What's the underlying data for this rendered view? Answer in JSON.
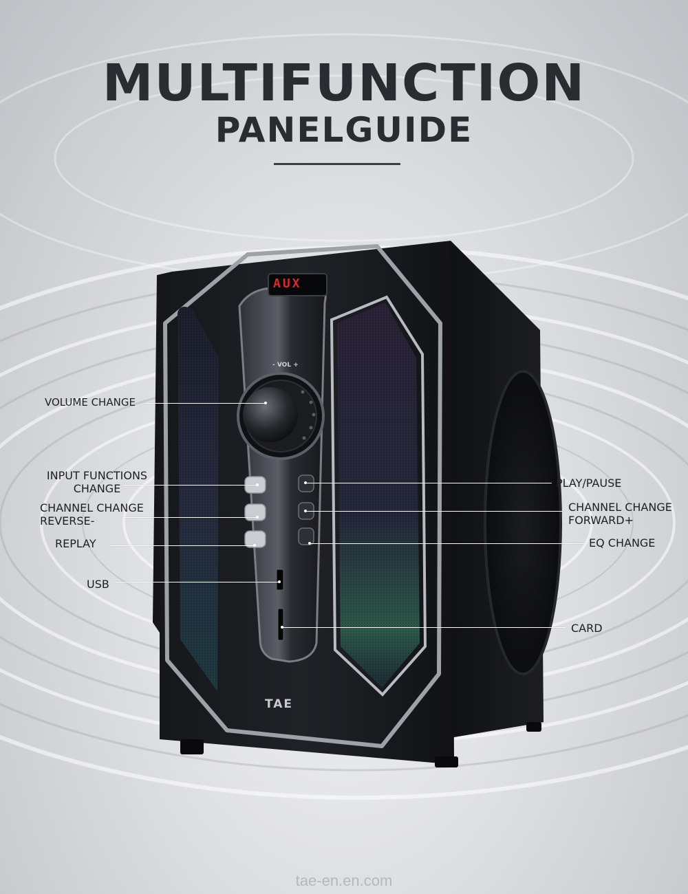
{
  "header": {
    "title": "MULTIFUNCTION",
    "subtitle": "PANELGUIDE"
  },
  "product": {
    "display": "AUX",
    "vol_label": "- VOL +",
    "brand": "TAE"
  },
  "callouts": {
    "volume": "VOLUME CHANGE",
    "input_line1": "INPUT FUNCTIONS",
    "input_line2": "CHANGE",
    "reverse_line1": "CHANNEL CHANGE",
    "reverse_line2": "REVERSE-",
    "replay": "REPLAY",
    "usb": "USB",
    "play": "PLAY/PAUSE",
    "forward_line1": "CHANNEL CHANGE",
    "forward_line2": "FORWARD+",
    "eq": "EQ CHANGE",
    "card": "CARD"
  },
  "footer": {
    "watermark": "tae-en.en.com"
  }
}
